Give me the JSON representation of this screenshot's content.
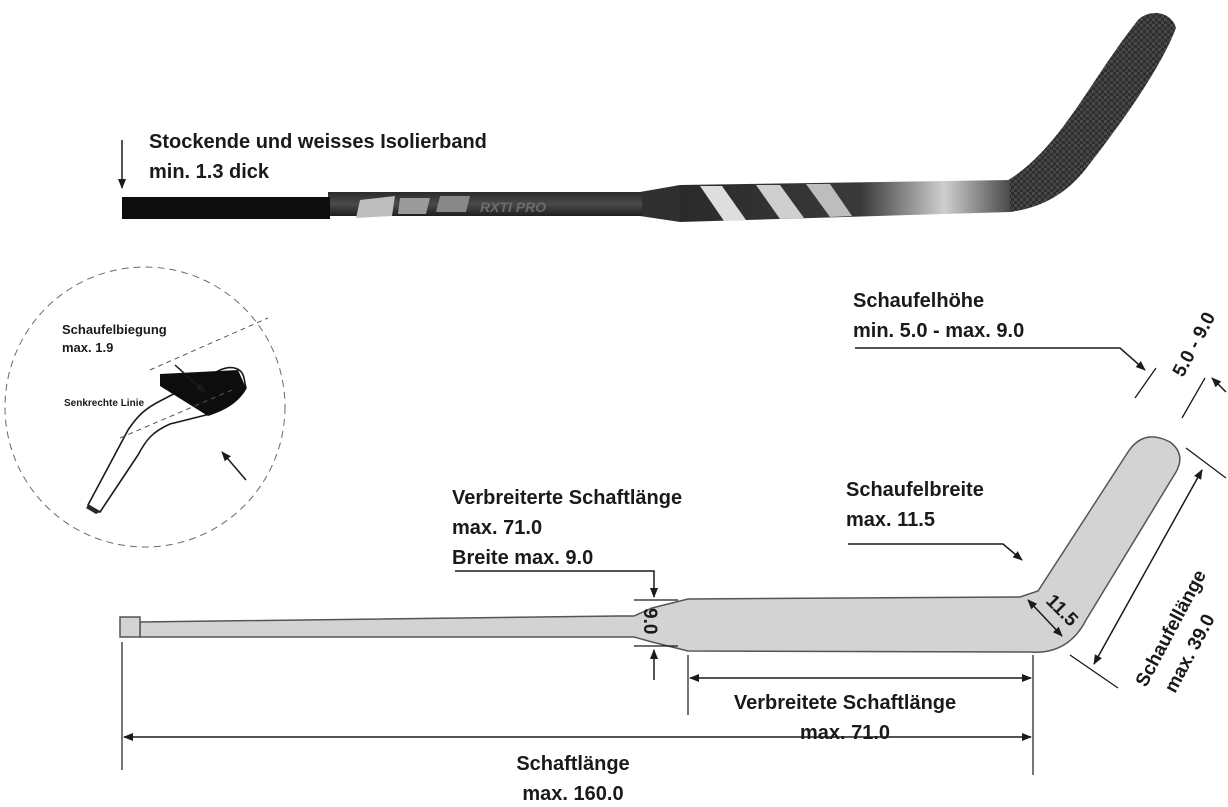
{
  "top_stick": {
    "butt_end_label_line1": "Stockende und weisses Isolierband",
    "butt_end_label_line2": "min. 1.3 dick",
    "brand_text": "RXTI PRO"
  },
  "inset": {
    "curve_label_line1": "Schaufelbiegung",
    "curve_label_line2": "max. 1.9",
    "vertical_line_label": "Senkrechte Linie"
  },
  "blade_height": {
    "label_line1": "Schaufelhöhe",
    "label_line2": "min. 5.0 - max. 9.0",
    "value": "5.0 - 9.0"
  },
  "widened_shaft": {
    "label_line1": "Verbreiterte Schaftlänge",
    "label_line2": "max. 71.0",
    "label_line3": "Breite max. 9.0",
    "width_value": "9.0"
  },
  "blade_width": {
    "label_line1": "Schaufelbreite",
    "label_line2": "max. 11.5",
    "value": "11.5"
  },
  "blade_length": {
    "label_line1": "Schaufellänge",
    "label_line2": "max. 39.0"
  },
  "widened_shaft_length": {
    "label_line1": "Verbreitete Schaftlänge",
    "label_line2": "max. 71.0"
  },
  "shaft_length": {
    "label_line1": "Schaftlänge",
    "label_line2": "max. 160.0"
  },
  "colors": {
    "stick_fill": "#d3d3d3",
    "stick_stroke": "#555555",
    "carbon_dark": "#3a3a3a",
    "ink": "#1a1a1a"
  }
}
